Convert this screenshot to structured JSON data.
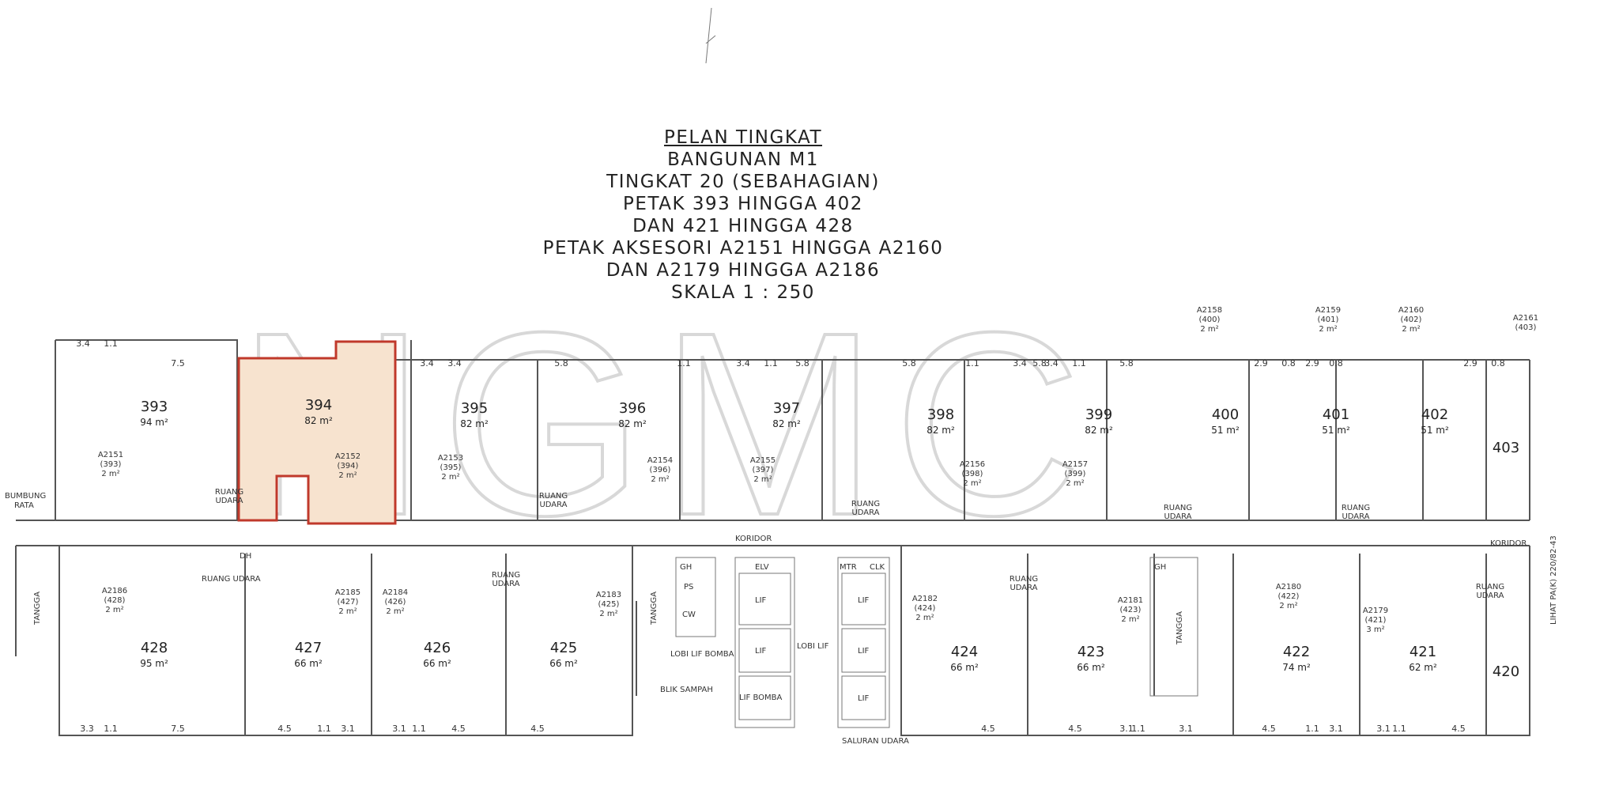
{
  "title_lines": [
    "PELAN TINGKAT",
    "BANGUNAN M1",
    "TINGKAT 20 (SEBAHAGIAN)",
    "PETAK 393 HINGGA 402",
    "DAN 421 HINGGA 428",
    "PETAK AKSESORI A2151 HINGGA A2160",
    "DAN A2179 HINGGA A2186",
    "SKALA 1 : 250"
  ],
  "watermark": "NGMC",
  "highlight_color": "#c0392b",
  "highlight_fill": "#f7e3cf",
  "parcels": [
    {
      "id": "393",
      "area": "94 m²"
    },
    {
      "id": "394",
      "area": "82 m²"
    },
    {
      "id": "395",
      "area": "82 m²"
    },
    {
      "id": "396",
      "area": "82 m²"
    },
    {
      "id": "397",
      "area": "82 m²"
    },
    {
      "id": "398",
      "area": "82 m²"
    },
    {
      "id": "399",
      "area": "82 m²"
    },
    {
      "id": "400",
      "area": "51 m²"
    },
    {
      "id": "401",
      "area": "51 m²"
    },
    {
      "id": "402",
      "area": "51 m²"
    },
    {
      "id": "403",
      "area": ""
    },
    {
      "id": "428",
      "area": "95 m²"
    },
    {
      "id": "427",
      "area": "66 m²"
    },
    {
      "id": "426",
      "area": "66 m²"
    },
    {
      "id": "425",
      "area": "66 m²"
    },
    {
      "id": "424",
      "area": "66 m²"
    },
    {
      "id": "423",
      "area": "66 m²"
    },
    {
      "id": "422",
      "area": "74 m²"
    },
    {
      "id": "421",
      "area": "62 m²"
    },
    {
      "id": "420",
      "area": ""
    }
  ],
  "accessory": [
    {
      "id": "A2151",
      "ref": "(393)",
      "area": "2 m²"
    },
    {
      "id": "A2152",
      "ref": "(394)",
      "area": "2 m²"
    },
    {
      "id": "A2153",
      "ref": "(395)",
      "area": "2 m²"
    },
    {
      "id": "A2154",
      "ref": "(396)",
      "area": "2 m²"
    },
    {
      "id": "A2155",
      "ref": "(397)",
      "area": "2 m²"
    },
    {
      "id": "A2156",
      "ref": "(398)",
      "area": "2 m²"
    },
    {
      "id": "A2157",
      "ref": "(399)",
      "area": "2 m²"
    },
    {
      "id": "A2158",
      "ref": "(400)",
      "area": "2 m²"
    },
    {
      "id": "A2159",
      "ref": "(401)",
      "area": "2 m²"
    },
    {
      "id": "A2160",
      "ref": "(402)",
      "area": "2 m²"
    },
    {
      "id": "A2161",
      "ref": "(403)",
      "area": ""
    },
    {
      "id": "A2186",
      "ref": "(428)",
      "area": "2 m²"
    },
    {
      "id": "A2185",
      "ref": "(427)",
      "area": "2 m²"
    },
    {
      "id": "A2184",
      "ref": "(426)",
      "area": "2 m²"
    },
    {
      "id": "A2183",
      "ref": "(425)",
      "area": "2 m²"
    },
    {
      "id": "A2182",
      "ref": "(424)",
      "area": "2 m²"
    },
    {
      "id": "A2181",
      "ref": "(423)",
      "area": "2 m²"
    },
    {
      "id": "A2180",
      "ref": "(422)",
      "area": "2 m²"
    },
    {
      "id": "A2179",
      "ref": "(421)",
      "area": "3 m²"
    }
  ],
  "labels": {
    "korridor": "KORIDOR",
    "koridor_right": "KORIDOR",
    "ruang_udara": "RUANG UDARA",
    "ruang": "RUANG",
    "udara": "UDARA",
    "bumbung": "BUMBUNG",
    "rata": "RATA",
    "tangga": "TANGGA",
    "lif": "LIF",
    "lobi_lif_bomba": "LOBI LIF BOMBA",
    "lobi_lif": "LOBI LIF",
    "lif_bomba": "LIF BOMBA",
    "elv": "ELV",
    "mtr": "MTR",
    "clk": "CLK",
    "gh": "GH",
    "ps": "PS",
    "cw": "CW",
    "blik_sampah": "BLIK SAMPAH",
    "saluran_udara": "SALURAN UDARA",
    "dh": "DH",
    "lihat": "LIHAT PA(K) 220/82-43"
  },
  "dims_top": [
    "3.4",
    "1.1",
    "7.5",
    "3.4",
    "3.4",
    "1.1",
    "5.8",
    "5.8",
    "3.4",
    "1.1",
    "5.8",
    "5.8",
    "1.1",
    "3.4",
    "3.4",
    "1.1",
    "5.8",
    "2.9",
    "0.8",
    "2.9",
    "0.8",
    "2.9",
    "0.8"
  ],
  "dims_bottom": [
    "3.3",
    "1.1",
    "7.5",
    "4.5",
    "1.1",
    "3.1",
    "3.1",
    "1.1",
    "4.5",
    "4.5",
    "4.5",
    "4.5",
    "3.1",
    "1.1",
    "3.1",
    "4.5",
    "1.1",
    "3.1",
    "3.1",
    "1.1",
    "4.5"
  ]
}
